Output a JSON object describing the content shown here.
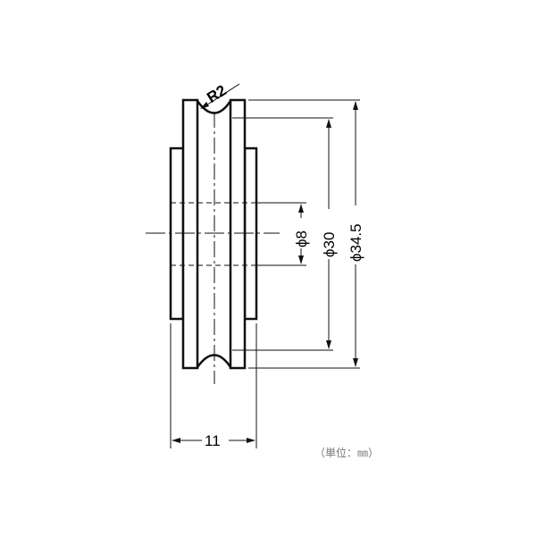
{
  "drawing": {
    "radius_label": "R2",
    "bore_label": "ϕ8",
    "groove_dia_label": "ϕ30",
    "outer_dia_label": "ϕ34.5",
    "width_label": "11",
    "unit_label": "（単位：㎜）",
    "line_color": "#111111"
  }
}
